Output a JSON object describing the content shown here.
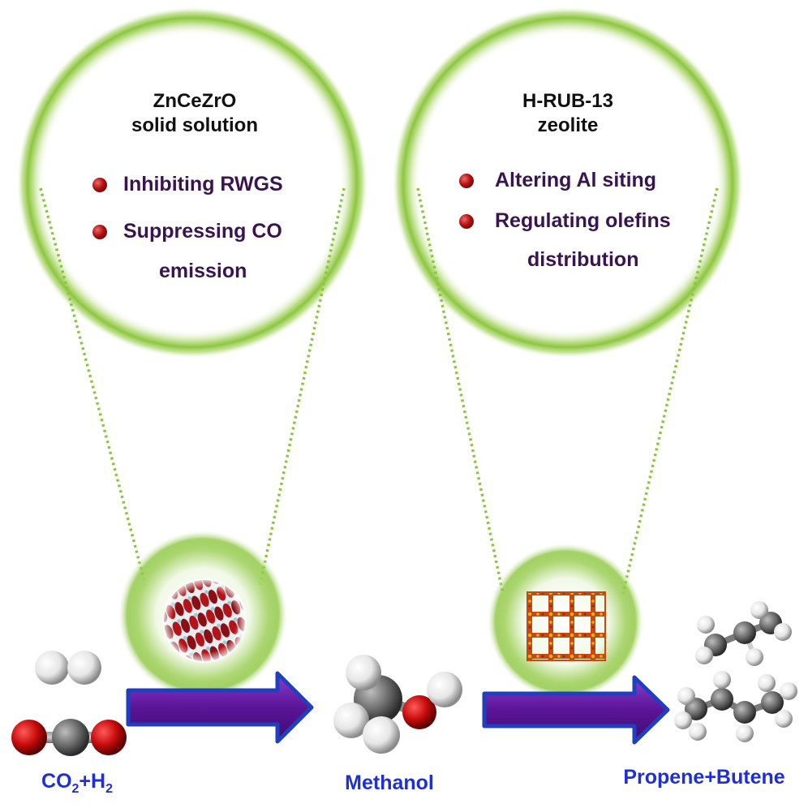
{
  "catalyst_left": {
    "title_line1": "ZnCeZrO",
    "title_line2": "solid solution",
    "bullets": [
      {
        "line1": "Inhibiting RWGS"
      },
      {
        "line1": "Suppressing CO",
        "line2": "emission"
      }
    ]
  },
  "catalyst_right": {
    "title_line1": "H-RUB-13",
    "title_line2": "zeolite",
    "bullets": [
      {
        "line1": "Altering Al siting"
      },
      {
        "line1": "Regulating olefins",
        "line2": "distribution"
      }
    ]
  },
  "labels": {
    "reactant_co2": "CO",
    "reactant_sub1": "2",
    "reactant_plus": "+H",
    "reactant_sub2": "2",
    "intermediate": "Methanol",
    "product": "Propene+Butene"
  },
  "colors": {
    "glow": "#8cc63f",
    "arrow_fill": "#6a1fa8",
    "arrow_outline": "#1f3fbf",
    "bullet": "#b01010",
    "bullet_text": "#3a1450",
    "label": "#1f2fd8"
  }
}
